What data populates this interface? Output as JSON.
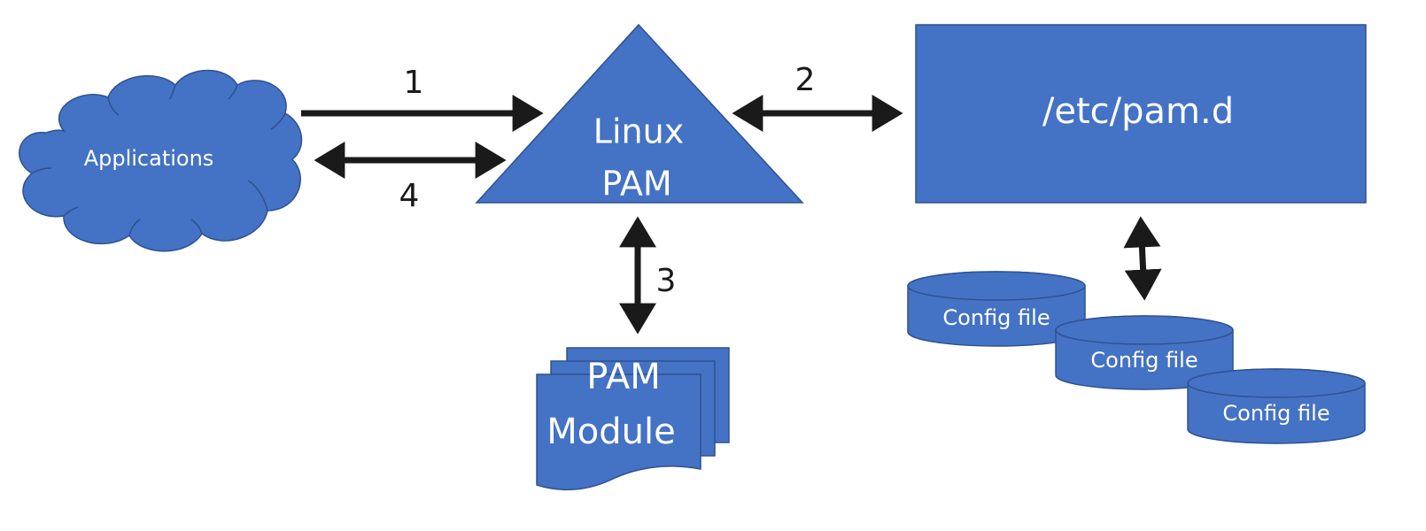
{
  "diagram": {
    "title": "Linux PAM architecture",
    "colors": {
      "fill": "#4472C4",
      "outline": "#2F528F",
      "shape_text": "#FFFFFF",
      "arrow": "#1A1A1A",
      "label_text": "#1A1A1A",
      "background": "#FFFFFF"
    },
    "nodes": {
      "applications": {
        "shape": "cloud",
        "label": "Applications"
      },
      "linux_pam": {
        "shape": "triangle",
        "label_line1": "Linux",
        "label_line2": "PAM"
      },
      "pam_d": {
        "shape": "rectangle",
        "label": "/etc/pam.d"
      },
      "pam_module": {
        "shape": "multi-document",
        "label_line1": "PAM",
        "label_line2": "Module"
      },
      "config_files": [
        {
          "shape": "cylinder",
          "label": "Config file"
        },
        {
          "shape": "cylinder",
          "label": "Config file"
        },
        {
          "shape": "cylinder",
          "label": "Config file"
        }
      ]
    },
    "edges": [
      {
        "id": "1",
        "label": "1",
        "from": "Applications",
        "to": "Linux PAM",
        "direction": "one-way"
      },
      {
        "id": "2",
        "label": "2",
        "from": "Linux PAM",
        "to": "/etc/pam.d",
        "direction": "two-way"
      },
      {
        "id": "3",
        "label": "3",
        "from": "Linux PAM",
        "to": "PAM Module",
        "direction": "two-way"
      },
      {
        "id": "4",
        "label": "4",
        "from": "Linux PAM",
        "to": "Applications",
        "direction": "two-way"
      },
      {
        "id": "5",
        "label": "",
        "from": "/etc/pam.d",
        "to": "Config file",
        "direction": "two-way"
      }
    ]
  }
}
